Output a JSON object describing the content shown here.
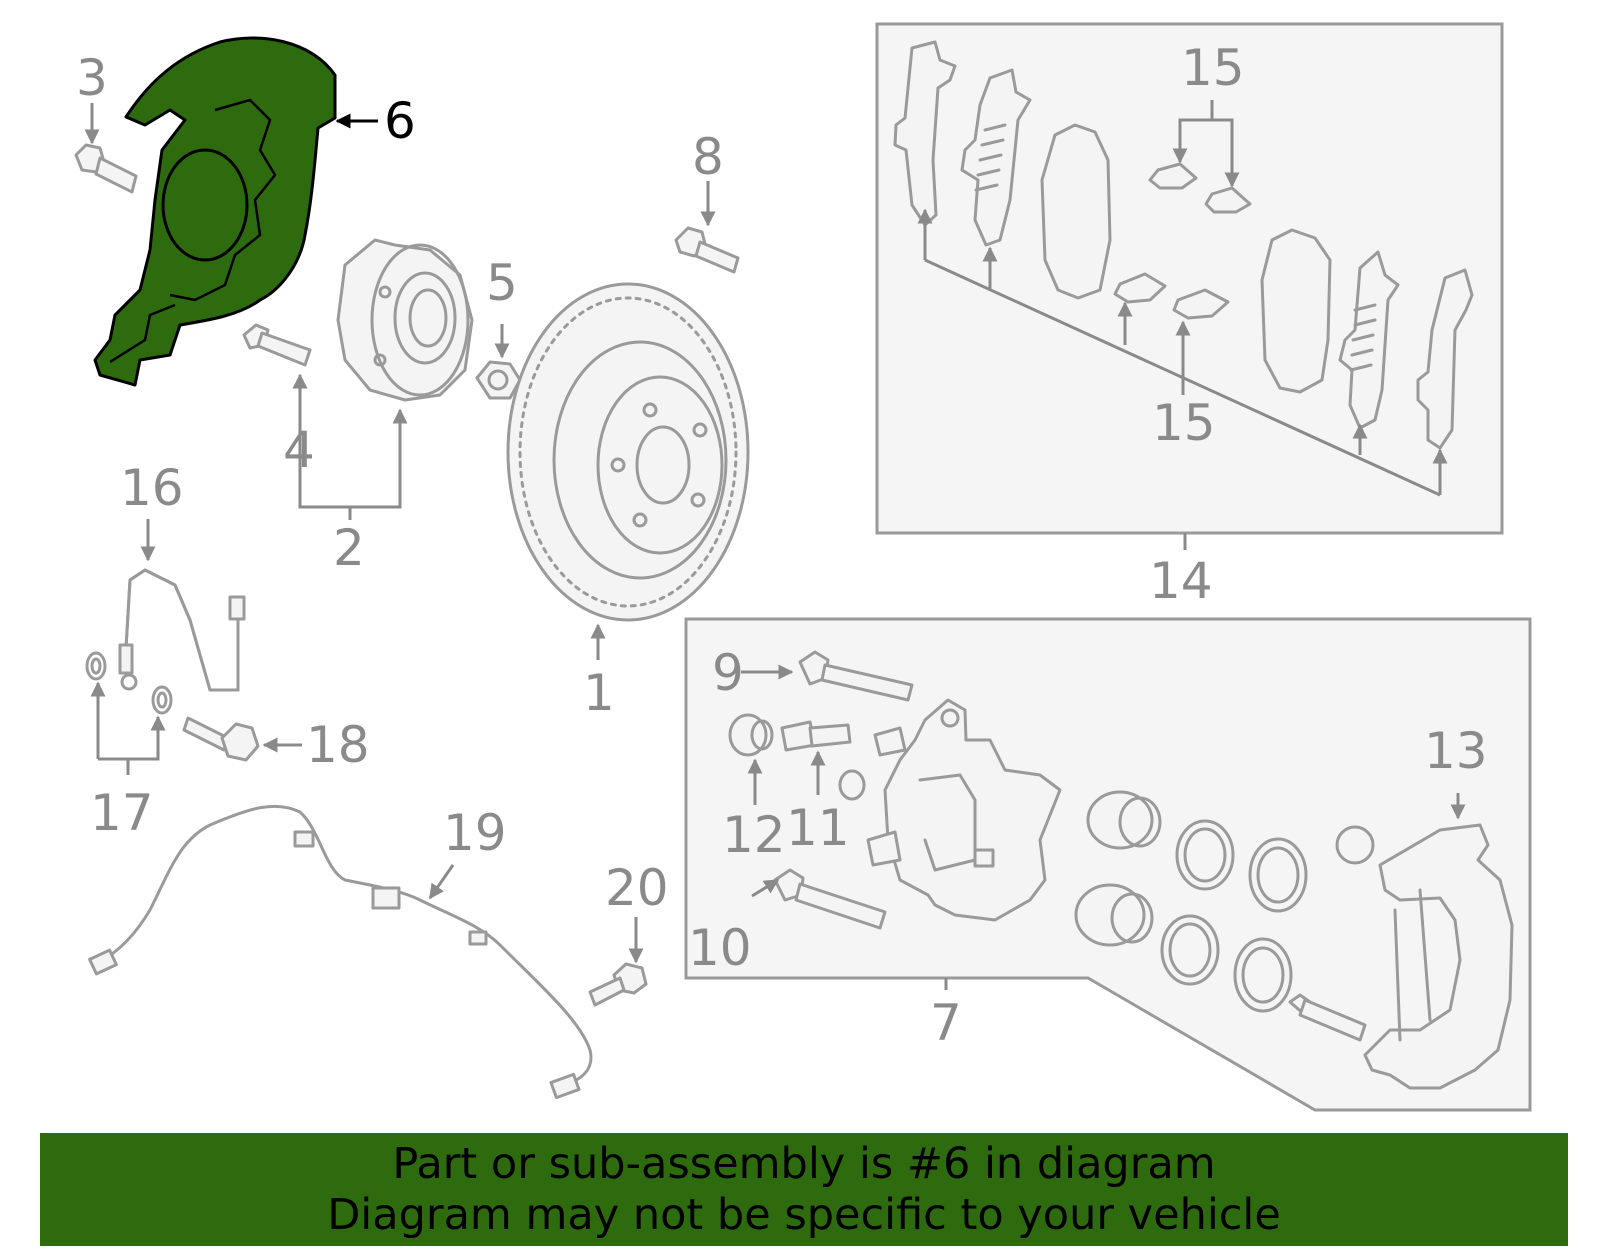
{
  "highlight_color": "#2e6b0f",
  "highlighted_part": "6",
  "callouts": {
    "c1": "1",
    "c2": "2",
    "c3": "3",
    "c4": "4",
    "c5": "5",
    "c6": "6",
    "c7": "7",
    "c8": "8",
    "c9": "9",
    "c10": "10",
    "c11": "11",
    "c12": "12",
    "c13": "13",
    "c14": "14",
    "c15a": "15",
    "c15b": "15",
    "c16": "16",
    "c17": "17",
    "c18": "18",
    "c19": "19",
    "c20": "20"
  },
  "banner": {
    "line1": "Part or sub-assembly is #6 in diagram",
    "line2": "Diagram may not be specific to your vehicle"
  }
}
